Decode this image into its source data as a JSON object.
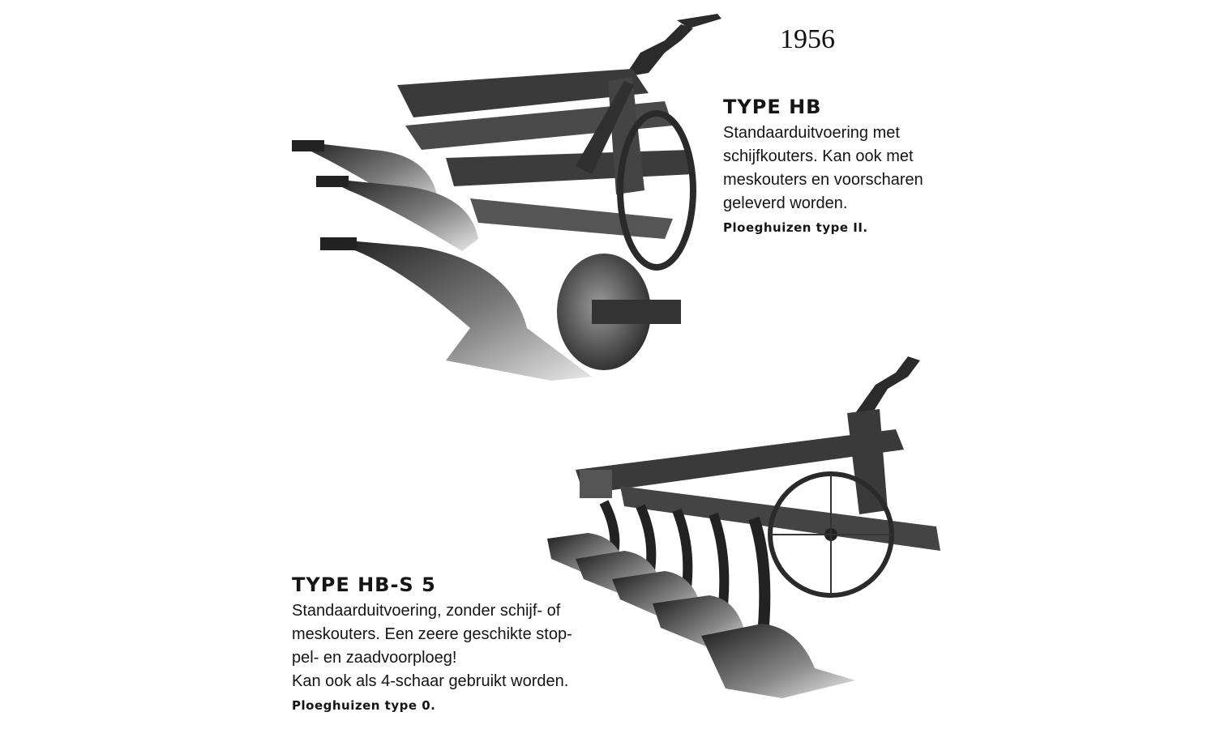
{
  "year": "1956",
  "hb": {
    "title": "TYPE HB",
    "lines": [
      "Standaarduitvoering met",
      "schijfkouters. Kan ook met",
      "meskouters en voorscharen",
      "geleverd worden."
    ],
    "note": "Ploeghuizen type II."
  },
  "hbs": {
    "title": "TYPE HB-S 5",
    "lines": [
      "Standaarduitvoering, zonder schijf- of",
      "meskouters. Een zeere geschikte stop-",
      "pel- en zaadvoorploeg!",
      "Kan ook als 4-schaar gebruikt worden."
    ],
    "note": "Ploeghuizen type 0."
  },
  "images": {
    "hb": "three-furrow-plough-with-disc-coulter",
    "hbs": "five-furrow-plough"
  },
  "colors": {
    "ink": "#151515",
    "paper": "#ffffff"
  }
}
